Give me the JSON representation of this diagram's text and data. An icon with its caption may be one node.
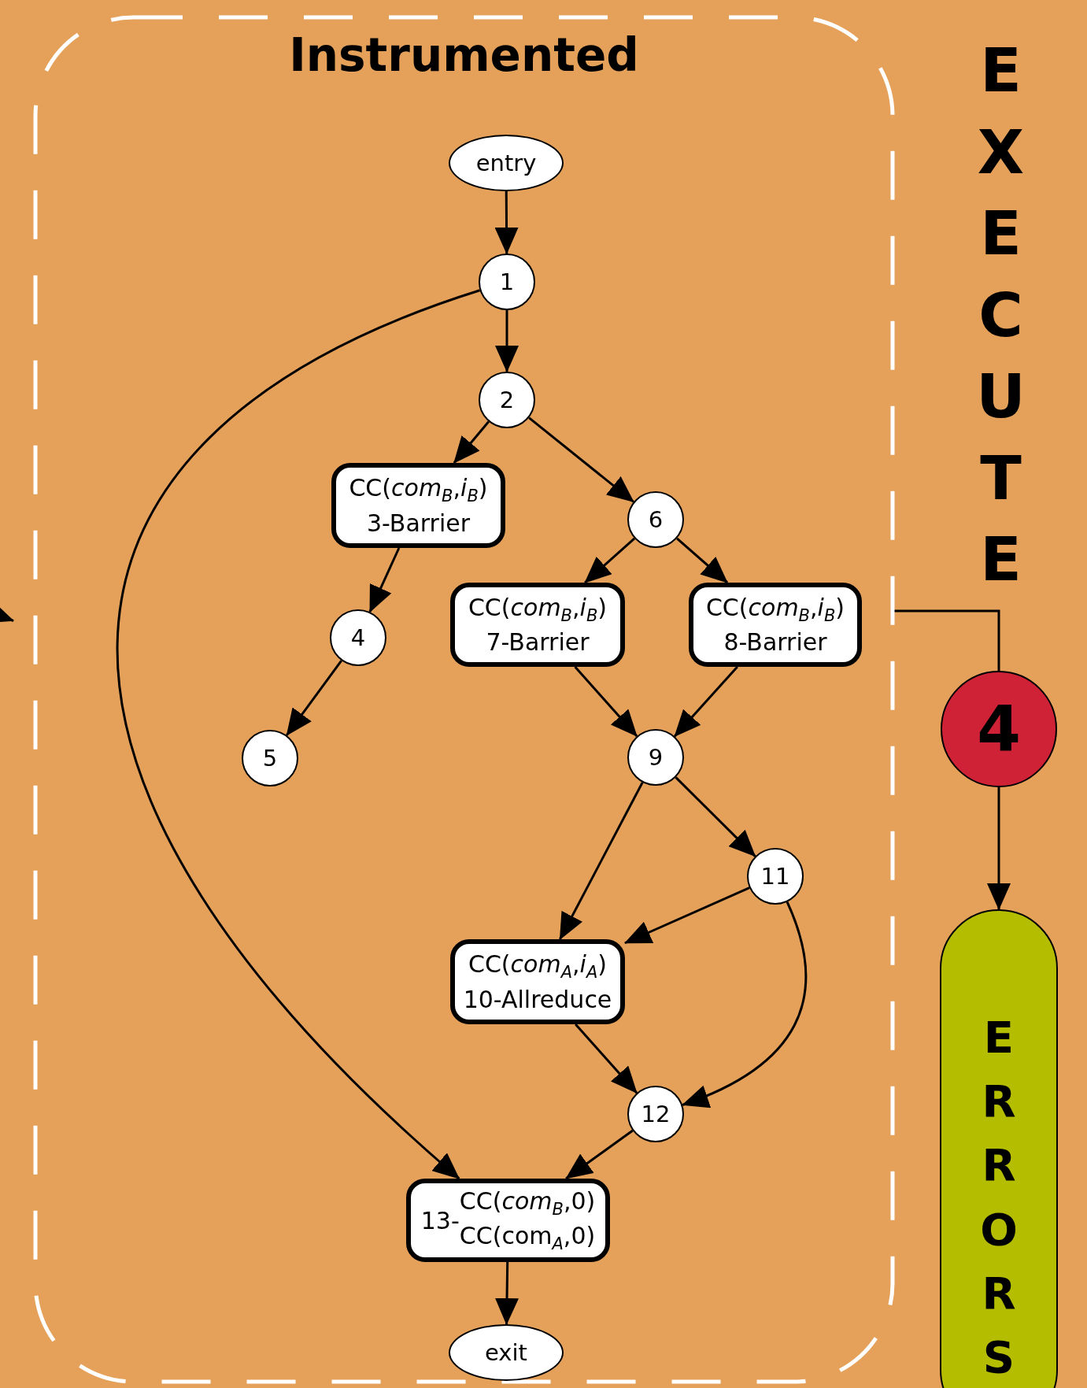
{
  "diagram": {
    "nodes": [
      {
        "text": [
          "Instrumented"
        ]
      },
      {
        "text": [
          "entry"
        ],
        "in": 0
      },
      {
        "text": [
          "1"
        ],
        "in": 0
      },
      {
        "text": [
          "2"
        ],
        "in": 0
      },
      {
        "text": [
          "CC(*com*$_{B}$,*i*$_{B}$)",
          "3-Barrier"
        ],
        "in": 0
      },
      {
        "text": [
          "6"
        ],
        "in": 0
      },
      {
        "text": [
          "4"
        ],
        "in": 0
      },
      {
        "text": [
          "CC(*com*$_{B}$,*i*$_{B}$)",
          "7-Barrier"
        ],
        "in": 0
      },
      {
        "text": [
          "CC(*com*$_{B}$,*i*$_{B}$)",
          "8-Barrier"
        ],
        "in": 0
      },
      {
        "text": [
          "5"
        ],
        "in": 0
      },
      {
        "text": [
          "9"
        ],
        "in": 0
      },
      {
        "text": [
          "11"
        ],
        "in": 0
      },
      {
        "text": [
          "CC(*com*$_{A}$,*i*$_{A}$)",
          "10-Allreduce"
        ],
        "in": 0
      },
      {
        "text": [
          "12"
        ],
        "in": 0
      },
      {
        "text": [
          "13-",
          "CC(*com*$_{B}$,0)",
          "CC(com$_{A}$,0)"
        ],
        "in": 0
      },
      {
        "text": [
          "exit"
        ],
        "in": 0
      },
      {
        "text": [
          "4"
        ]
      },
      {
        "text": [
          "ERRORS"
        ]
      }
    ],
    "edges": [
      {
        "from": 1,
        "to": 2,
        "arrow": "to"
      },
      {
        "from": 2,
        "to": 3,
        "arrow": "to"
      },
      {
        "from": 2,
        "to": 14,
        "arrow": "to"
      },
      {
        "from": 3,
        "to": 4,
        "arrow": "to"
      },
      {
        "from": 3,
        "to": 5,
        "arrow": "to"
      },
      {
        "from": 4,
        "to": 6,
        "arrow": "to"
      },
      {
        "from": 6,
        "to": 9,
        "arrow": "to"
      },
      {
        "from": 5,
        "to": 7,
        "arrow": "to"
      },
      {
        "from": 5,
        "to": 8,
        "arrow": "to"
      },
      {
        "from": 7,
        "to": 10,
        "arrow": "to"
      },
      {
        "from": 8,
        "to": 10,
        "arrow": "to"
      },
      {
        "from": 10,
        "to": 12,
        "arrow": "to"
      },
      {
        "from": 10,
        "to": 11,
        "arrow": "to"
      },
      {
        "from": 11,
        "to": 12,
        "arrow": "to"
      },
      {
        "from": 12,
        "to": 13,
        "arrow": "to"
      },
      {
        "from": 11,
        "to": 13,
        "arrow": "to"
      },
      {
        "from": 13,
        "to": 14,
        "arrow": "to"
      },
      {
        "from": 14,
        "to": 15,
        "arrow": "to"
      },
      {
        "from": 0,
        "to": 16,
        "arrow": "none"
      },
      {
        "from": 16,
        "to": 17,
        "arrow": "to"
      },
      {
        "from": null,
        "to": 0,
        "arrow": "to"
      }
    ],
    "labels": [
      "EXECUTE"
    ]
  }
}
